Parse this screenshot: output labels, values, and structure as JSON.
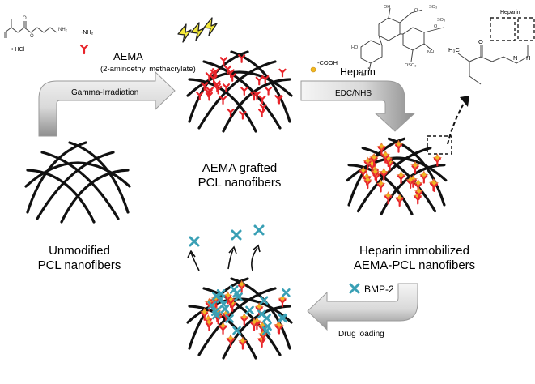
{
  "colors": {
    "fiber": "#111111",
    "aema_marker": "#e8242a",
    "heparin_marker": "#f2b820",
    "heparin_star": "#e8703a",
    "bmp2": "#3aa0b5",
    "lightning": "#f4e93a",
    "arrow_light": "#f2f2f2",
    "arrow_dark": "#8f8f8f"
  },
  "icons": [
    "amine-marker-icon",
    "carboxyl-marker-icon",
    "bmp2-cross-icon",
    "lightning-icon",
    "release-arrow-icon"
  ],
  "labels": {
    "aema_molecule_hcl": "• HCl",
    "nh2_legend": "-NH₂",
    "aema_name": "AEMA",
    "aema_full": "(2-aminoethyl methacrylate)",
    "gamma": "Gamma-Irradiation",
    "aema_grafted_1": "AEMA grafted",
    "aema_grafted_2": "PCL nanofibers",
    "cooh_legend": "-COOH",
    "heparin": "Heparin",
    "edc": "EDC/NHS",
    "zoom_heparin": "Heparin",
    "zoom_h3c": "H₃C",
    "zoom_o": "O",
    "zoom_n": "N",
    "zoom_h": "H",
    "unmod_1": "Unmodified",
    "unmod_2": "PCL nanofibers",
    "hep_imm_1": "Heparin immobilized",
    "hep_imm_2": "AEMA-PCL nanofibers",
    "bmp2": "BMP-2",
    "drug_loading": "Drug loading"
  }
}
